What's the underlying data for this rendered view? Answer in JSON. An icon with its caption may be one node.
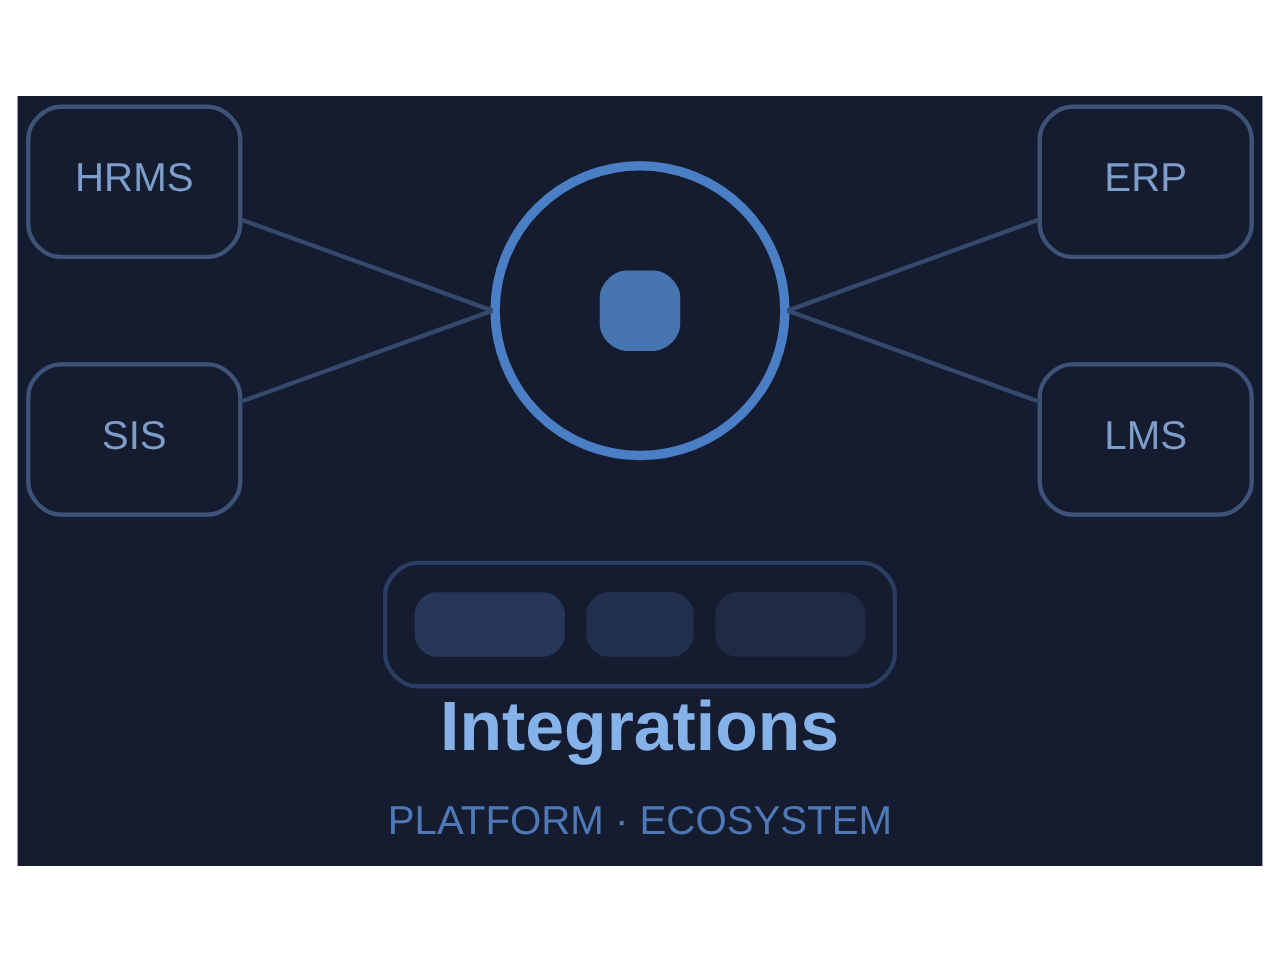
{
  "diagram": {
    "title": "Integrations",
    "caption": "PLATFORM · ECOSYSTEM",
    "nodes": [
      {
        "text": [
          "HRMS"
        ]
      },
      {
        "text": [
          "ERP"
        ]
      },
      {
        "text": [],
        "shape": "circle"
      },
      {
        "text": [
          "SIS"
        ]
      },
      {
        "text": [
          "LMS"
        ]
      },
      {
        "text": [],
        "shape": "bar"
      }
    ],
    "edges": [
      {
        "from": 0,
        "to": 2,
        "arrow": "none"
      },
      {
        "from": 3,
        "to": 2,
        "arrow": "none"
      },
      {
        "from": 2,
        "to": 1,
        "arrow": "none"
      },
      {
        "from": 2,
        "to": 4,
        "arrow": "none"
      }
    ]
  }
}
